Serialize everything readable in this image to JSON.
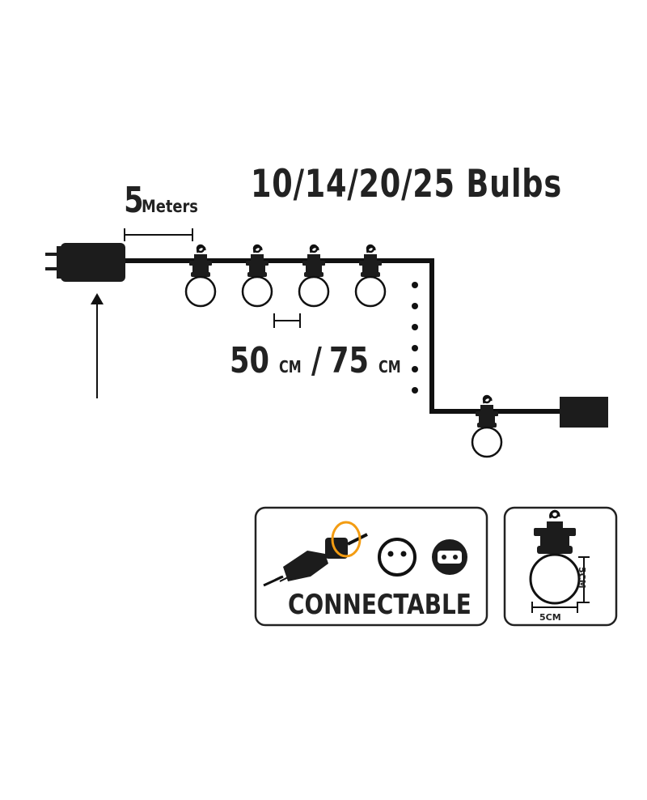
{
  "title": "10/14/20/25 Bulbs",
  "cable_length": {
    "value": "5",
    "unit": "Meters"
  },
  "bulb_spacing": {
    "a_value": "50",
    "a_unit": "CM",
    "separator": "/",
    "b_value": "75",
    "b_unit": "CM"
  },
  "connectable_label": "CONNECTABLE",
  "bulb_size": {
    "width": "5CM",
    "height": "5CM"
  },
  "colors": {
    "line": "#111111",
    "plug": "#1c1c1c",
    "bulb_fill": "#ffffff",
    "ring_accent": "#f39c12",
    "panel_border": "#222222"
  }
}
